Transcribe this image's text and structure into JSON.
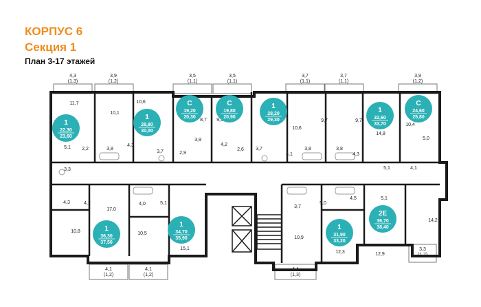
{
  "header": {
    "building": "КОРПУС 6",
    "section": "Секция 1",
    "plan": "План 3-17 этажей"
  },
  "colors": {
    "accent": "#f08c1e",
    "badge": "#2bb0b5",
    "wall": "#1a1a1a"
  },
  "units": [
    {
      "type": "1",
      "area1": "22,30",
      "area2": "23,60"
    },
    {
      "type": "1",
      "area1": "28,80",
      "area2": "30,00"
    },
    {
      "type": "С",
      "area1": "19,20",
      "area2": "20,30"
    },
    {
      "type": "С",
      "area1": "19,80",
      "area2": "20,90"
    },
    {
      "type": "1",
      "area1": "28,20",
      "area2": "29,30"
    },
    {
      "type": "1",
      "area1": "32,60",
      "area2": "33,70"
    },
    {
      "type": "С",
      "area1": "24,60",
      "area2": "25,80"
    },
    {
      "type": "1",
      "area1": "36,30",
      "area2": "37,50"
    },
    {
      "type": "1",
      "area1": "34,70",
      "area2": "35,90"
    },
    {
      "type": "1",
      "area1": "31,90",
      "area2": "33,20"
    },
    {
      "type": "2Е",
      "area1": "36,70",
      "area2": "38,40"
    }
  ],
  "balconies_top": [
    {
      "a": "4,3",
      "b": "(1,3)"
    },
    {
      "a": "3,9",
      "b": "(1,2)"
    },
    {
      "a": "3,5",
      "b": "(1,1)"
    },
    {
      "a": "3,5",
      "b": "(1,1)"
    },
    {
      "a": "3,7",
      "b": "(1,1)"
    },
    {
      "a": "3,7",
      "b": "(1,1)"
    },
    {
      "a": "3,9",
      "b": "(1,2)"
    }
  ],
  "balconies_bottom": [
    {
      "a": "4,1",
      "b": "(1,2)"
    },
    {
      "a": "4,1",
      "b": "(1,2)"
    },
    {
      "a": "4,4",
      "b": "(1,3)"
    },
    {
      "a": "3,3",
      "b": "(1,7)"
    }
  ],
  "room_labels": [
    "11,7",
    "10,1",
    "10,6",
    "8,7",
    "9,3",
    "10,6",
    "9,7",
    "9,7",
    "10,4",
    "5,1",
    "2,2",
    "3,8",
    "4,3",
    "3,7",
    "2,9",
    "3,9",
    "4,2",
    "2,6",
    "3,7",
    "4,1",
    "3,8",
    "3,8",
    "4,3",
    "14,8",
    "5,0",
    "5,1",
    "4,1",
    "3,3",
    "4,3",
    "4,2",
    "17,0",
    "4,0",
    "5,1",
    "3,7",
    "5,0",
    "4,5",
    "5,1",
    "10,8",
    "10,5",
    "15,1",
    "10,9",
    "14,2",
    "12,3",
    "12,9"
  ]
}
